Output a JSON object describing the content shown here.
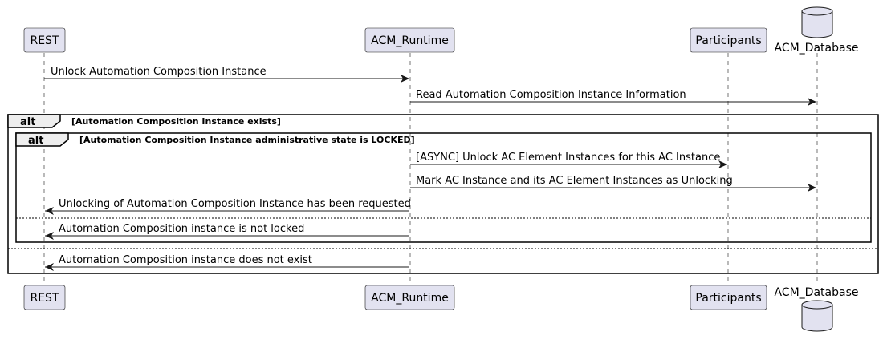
{
  "participants": {
    "rest": "REST",
    "runtime": "ACM_Runtime",
    "participants": "Participants",
    "database": "ACM_Database"
  },
  "messages": {
    "m1": "Unlock Automation Composition Instance",
    "m2": "Read Automation Composition Instance Information",
    "m3": "[ASYNC] Unlock AC Element Instances for this AC Instance",
    "m4": "Mark AC Instance and its AC Element Instances as Unlocking",
    "m5": "Unlocking of Automation Composition Instance has been requested",
    "m6": "Automation Composition instance is not locked",
    "m7": "Automation Composition instance does not exist"
  },
  "fragments": {
    "outer_keyword": "alt",
    "outer_guard": "[Automation Composition Instance exists]",
    "inner_keyword": "alt",
    "inner_guard": "[Automation Composition Instance administrative state is LOCKED]"
  }
}
